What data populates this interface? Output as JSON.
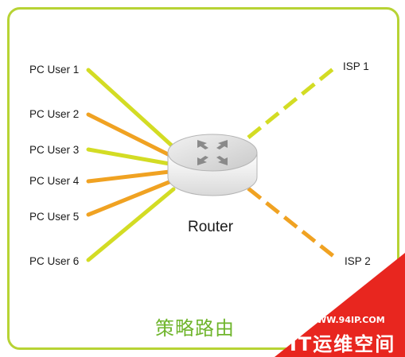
{
  "nodes": {
    "pc_users": [
      "PC User 1",
      "PC User 2",
      "PC User 3",
      "PC User 4",
      "PC User 5",
      "PC User 6"
    ],
    "isps": [
      "ISP 1",
      "ISP 2"
    ],
    "router": "Router"
  },
  "caption": "策略路由",
  "watermark": {
    "url": "WWW.94IP.COM",
    "name": "IT运维空间"
  },
  "colors": {
    "frame": "#b7d334",
    "yellow_link": "#d3dc24",
    "orange_link": "#f0a222",
    "caption": "#6fb52c",
    "watermark": "#e8261f"
  }
}
